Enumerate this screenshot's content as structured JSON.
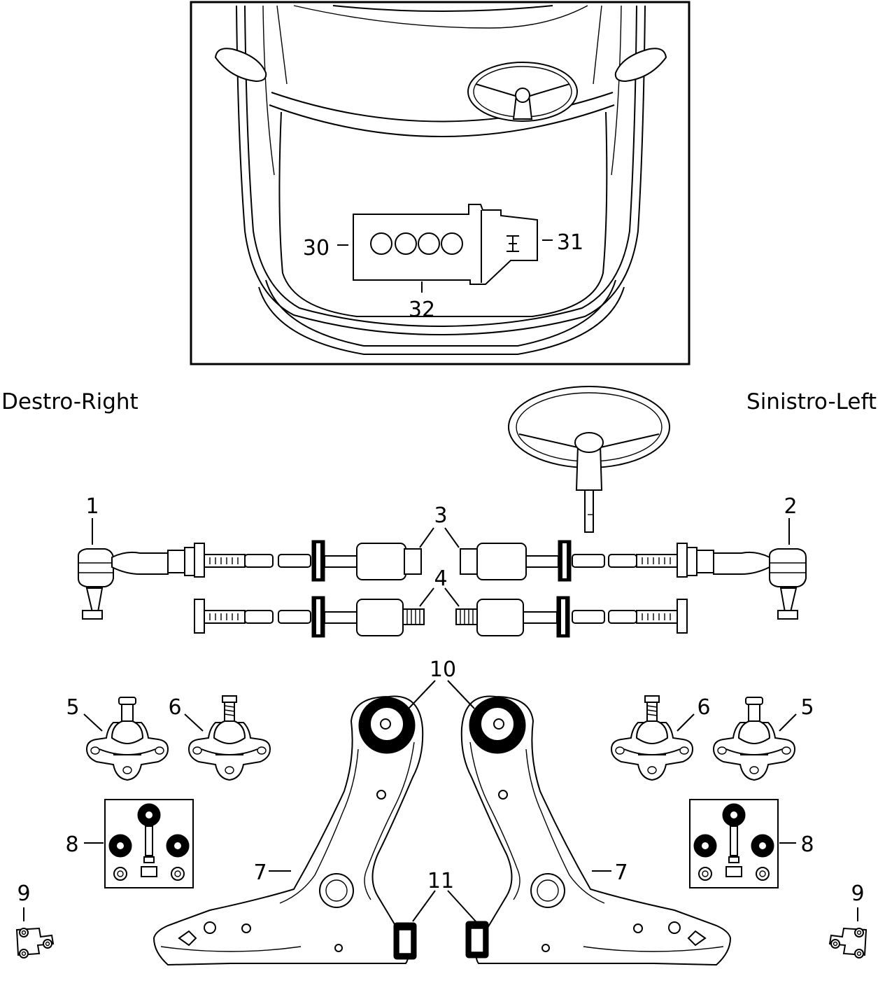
{
  "side_labels": {
    "right": "Destro-Right",
    "left": "Sinistro-Left"
  },
  "callouts": {
    "c30": "30",
    "c31": "31",
    "c32": "32",
    "c1": "1",
    "c2": "2",
    "c3": "3",
    "c4": "4",
    "c5a": "5",
    "c5b": "5",
    "c6a": "6",
    "c6b": "6",
    "c7a": "7",
    "c7b": "7",
    "c8a": "8",
    "c8b": "8",
    "c9a": "9",
    "c9b": "9",
    "c10": "10",
    "c11": "11"
  }
}
